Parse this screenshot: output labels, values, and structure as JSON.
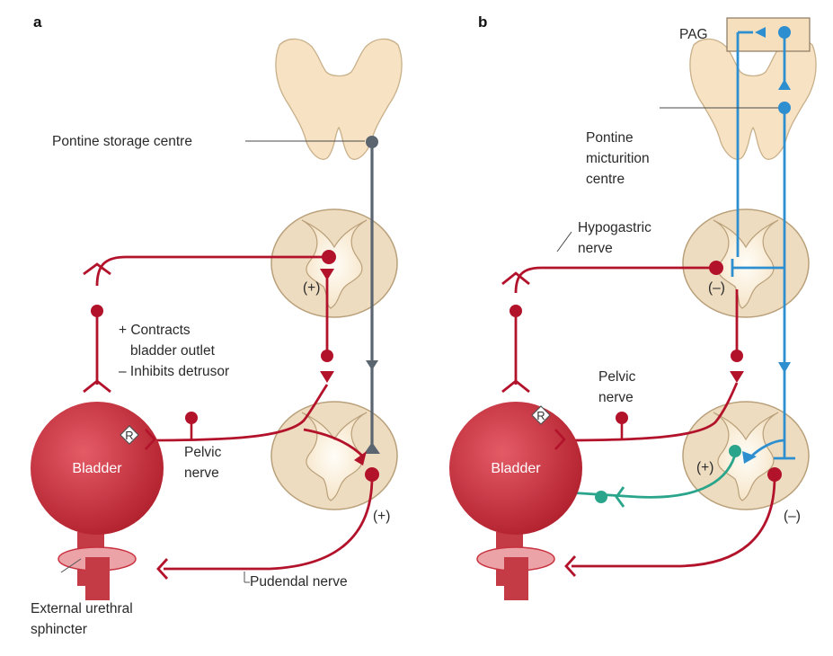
{
  "panels": {
    "a": "a",
    "b": "b"
  },
  "panel_a": {
    "pontine_storage_centre": "Pontine storage centre",
    "legend_contracts": "+ Contracts",
    "legend_bladder_outlet": "bladder outlet",
    "legend_inhibits": "– Inhibits detrusor",
    "pelvic_1": "Pelvic",
    "pelvic_2": "nerve",
    "pudendal": "Pudendal nerve",
    "plus_top": "(+)",
    "plus_bottom": "(+)",
    "bladder": "Bladder",
    "receptor": "R",
    "sphincter_1": "External urethral",
    "sphincter_2": "sphincter"
  },
  "panel_b": {
    "pag": "PAG",
    "pmc_1": "Pontine",
    "pmc_2": "micturition",
    "pmc_3": "centre",
    "hypogastric_1": "Hypogastric",
    "hypogastric_2": "nerve",
    "pelvic_1": "Pelvic",
    "pelvic_2": "nerve",
    "minus_top": "(–)",
    "plus_bottom": "(+)",
    "minus_bottom": "(–)",
    "bladder": "Bladder",
    "receptor": "R"
  },
  "colors": {
    "nerve_red": "#b3122b",
    "descending_grey": "#5a6570",
    "pathway_blue": "#2e8fd0",
    "afferent_teal": "#2aa58c",
    "tissue": "#f7e6c8",
    "bladder": "#c8323f"
  }
}
